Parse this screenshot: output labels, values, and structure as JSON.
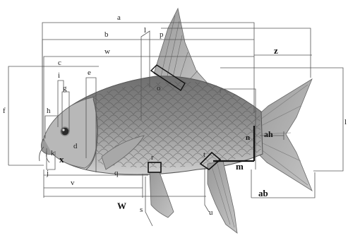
{
  "labels": {
    "a": "a",
    "b": "b",
    "w_top": "w",
    "c": "c",
    "e": "e",
    "d": "d",
    "f": "f",
    "g": "g",
    "h": "h",
    "i": "i",
    "j": "j",
    "k": "k",
    "l_left": "l",
    "l_right": "l",
    "p": "p",
    "z": "z",
    "o": "o",
    "n": "n",
    "ah": "ah",
    "m": "m",
    "ab": "ab",
    "r": "r",
    "t": "t",
    "q": "q",
    "v": "v",
    "w_bottom": "W",
    "s": "s",
    "u": "u",
    "x": "x"
  },
  "colors": {
    "fish_body": "#8a8a8a",
    "fish_dark": "#555555",
    "fish_light": "#bdbdbd",
    "fin": "#a6a6a6",
    "line": "#555555"
  }
}
